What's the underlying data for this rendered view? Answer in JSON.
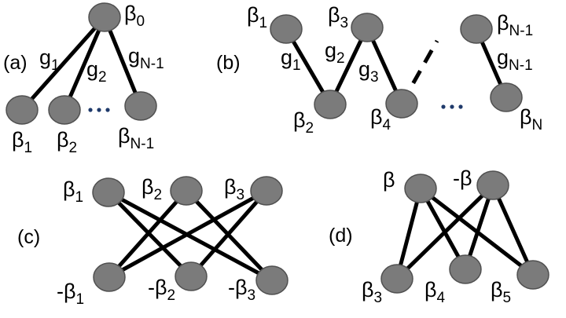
{
  "panels": {
    "a": {
      "tag": "(a)",
      "labels": {
        "b0": {
          "base": "β",
          "sub": "0"
        },
        "g1": {
          "base": "g",
          "sub": "1"
        },
        "g2": {
          "base": "g",
          "sub": "2"
        },
        "gN1": {
          "base": "g",
          "sub": "N-1"
        },
        "b1": {
          "base": "β",
          "sub": "1"
        },
        "b2": {
          "base": "β",
          "sub": "2"
        },
        "bN1": {
          "base": "β",
          "sub": "N-1"
        }
      }
    },
    "b": {
      "tag": "(b)",
      "labels": {
        "b1": {
          "base": "β",
          "sub": "1"
        },
        "b3": {
          "base": "β",
          "sub": "3"
        },
        "bN1": {
          "base": "β",
          "sub": "N-1"
        },
        "g1": {
          "base": "g",
          "sub": "1"
        },
        "g2": {
          "base": "g",
          "sub": "2"
        },
        "g3": {
          "base": "g",
          "sub": "3"
        },
        "gN1": {
          "base": "g",
          "sub": "N-1"
        },
        "b2": {
          "base": "β",
          "sub": "2"
        },
        "b4": {
          "base": "β",
          "sub": "4"
        },
        "bN": {
          "base": "β",
          "sub": "N"
        }
      }
    },
    "c": {
      "tag": "(c)",
      "labels": {
        "b1": {
          "base": "β",
          "sub": "1"
        },
        "b2": {
          "base": "β",
          "sub": "2"
        },
        "b3": {
          "base": "β",
          "sub": "3"
        },
        "nb1": {
          "base": "-β",
          "sub": "1"
        },
        "nb2": {
          "base": "-β",
          "sub": "2"
        },
        "nb3": {
          "base": "-β",
          "sub": "3"
        }
      }
    },
    "d": {
      "tag": "(d)",
      "labels": {
        "b": {
          "base": "β",
          "sub": ""
        },
        "nb": {
          "base": "-β",
          "sub": ""
        },
        "b3": {
          "base": "β",
          "sub": "3"
        },
        "b4": {
          "base": "β",
          "sub": "4"
        },
        "b5": {
          "base": "β",
          "sub": "5"
        }
      }
    }
  },
  "colors": {
    "node_fill": "#7b7b7b",
    "node_stroke": "#505050",
    "edge": "#000000",
    "ellipsis_dots": "#1f3a6b"
  }
}
